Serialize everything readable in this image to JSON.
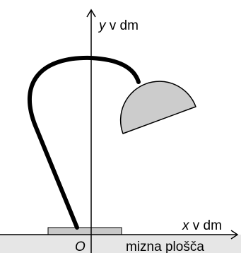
{
  "axes": {
    "x_variable": "x",
    "x_unit_text": " v dm",
    "y_variable": "y",
    "y_unit_text": " v dm",
    "origin_label": "O"
  },
  "table_label": "mizna plošča",
  "colors": {
    "table_surface": "#e6e6e6",
    "base_plate": "#c8c8c8",
    "lamp_shade": "#cccccc",
    "stroke": "#000000"
  }
}
